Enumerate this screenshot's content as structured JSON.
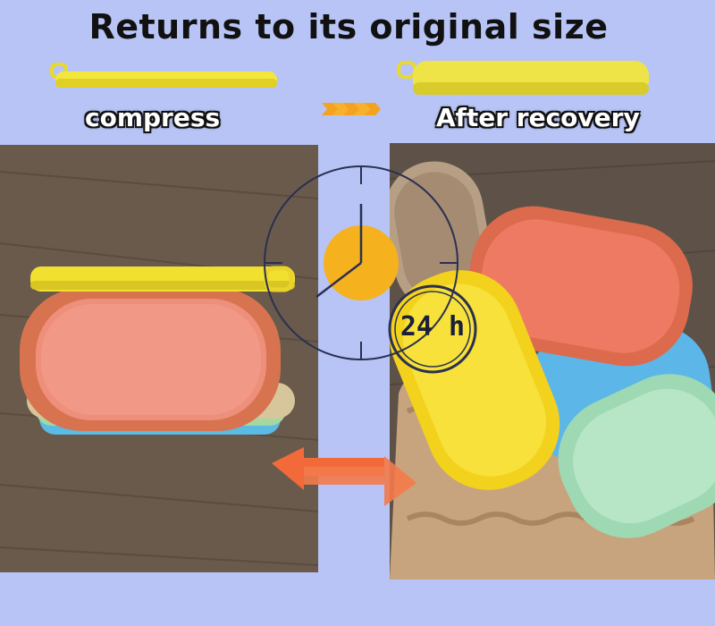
{
  "header": {
    "title": "Returns to its original size"
  },
  "labels": {
    "compress": "compress",
    "after": "After recovery"
  },
  "clock": {
    "duration": "24 h"
  },
  "colors": {
    "background": "#b8c4f5",
    "clock_accent": "#f5b21e",
    "arrow": "#f26a3a",
    "sponge_yellow": "#f3e23a",
    "sponge_orange": "#e4725a"
  },
  "icons": {
    "forward": "chevron-right-arrows-icon",
    "swap": "double-arrow-icon",
    "clock": "clock-icon"
  }
}
